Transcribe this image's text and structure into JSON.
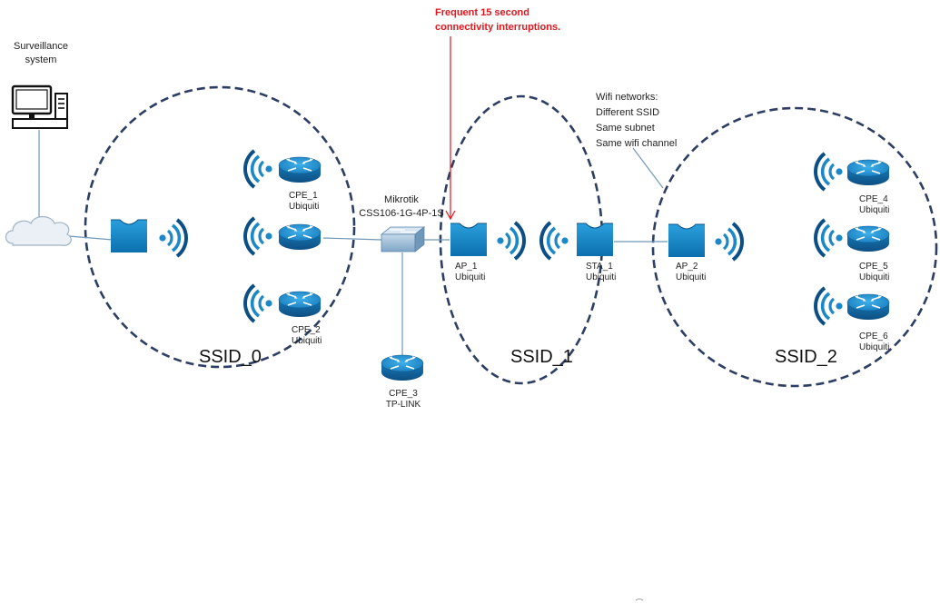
{
  "alert": {
    "line1": "Frequent 15 second",
    "line2": "connectivity interruptions."
  },
  "note": {
    "line1": "Wifi networks:",
    "line2": "Different SSID",
    "line3": "Same subnet",
    "line4": "Same wifi channel"
  },
  "surveillance": {
    "line1": "Surveillance",
    "line2": "system"
  },
  "switch": {
    "line1": "Mikrotik",
    "line2": "CSS106-1G-4P-1S"
  },
  "ssids": {
    "ssid0": "SSID_0",
    "ssid1": "SSID_1",
    "ssid2": "SSID_2"
  },
  "devices": {
    "cpe1": {
      "name": "CPE_1",
      "vendor": "Ubiquiti"
    },
    "cpe2": {
      "name": "CPE_2",
      "vendor": "Ubiquiti"
    },
    "cpe3": {
      "name": "CPE_3",
      "vendor": "TP-LINK"
    },
    "cpe4": {
      "name": "CPE_4",
      "vendor": "Ubiquiti"
    },
    "cpe5": {
      "name": "CPE_5",
      "vendor": "Ubiquiti"
    },
    "cpe6": {
      "name": "CPE_6",
      "vendor": "Ubiquiti"
    },
    "ap1": {
      "name": "AP_1",
      "vendor": "Ubiquiti"
    },
    "sta1": {
      "name": "STA_1",
      "vendor": "Ubiquiti"
    },
    "ap2": {
      "name": "AP_2",
      "vendor": "Ubiquiti"
    }
  },
  "colors": {
    "ellipse": "#2c3e63",
    "device_blue": "#1a88c9",
    "device_dark": "#0b4f86",
    "alert_red": "#e0181e",
    "link_line": "#6f98b8",
    "cloud": "#c9d6e3"
  }
}
